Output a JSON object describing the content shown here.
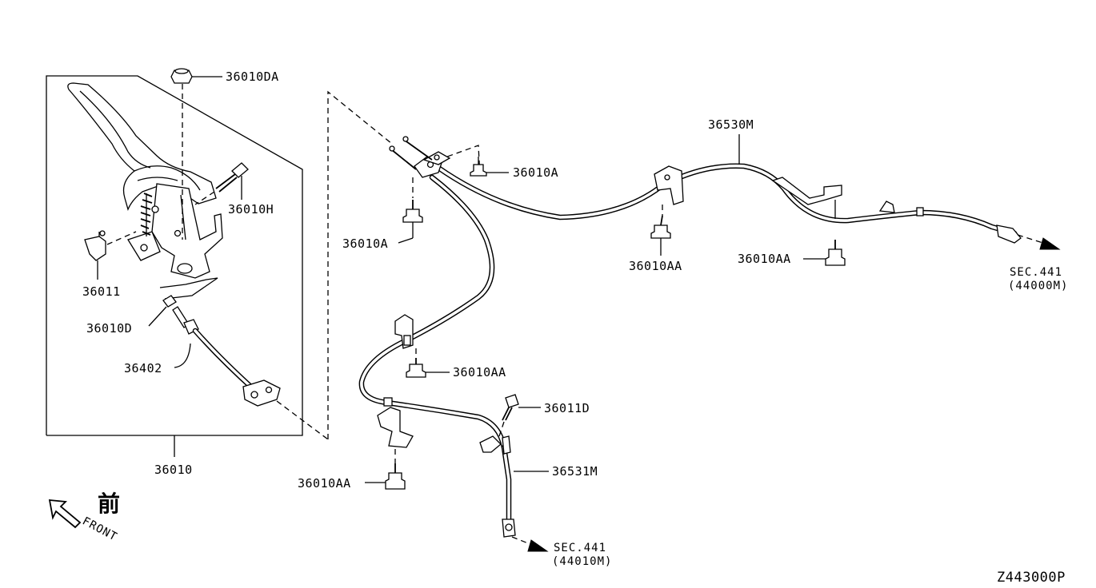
{
  "diagram": {
    "labels": {
      "p36010DA": "36010DA",
      "p36010H": "36010H",
      "p36011": "36011",
      "p36010D": "36010D",
      "p36402": "36402",
      "p36010": "36010",
      "p36010A_top": "36010A",
      "p36010A_left": "36010A",
      "p36530M": "36530M",
      "p36010AA_mid": "36010AA",
      "p36010AA_right": "36010AA",
      "p36010AA_center": "36010AA",
      "p36011D": "36011D",
      "p36531M": "36531M",
      "p36010AA_bottom": "36010AA",
      "sec441_right": "SEC.441",
      "sec441_right_sub": "(44000M)",
      "sec441_bottom": "SEC.441",
      "sec441_bottom_sub": "(44010M)",
      "front_kanji": "前",
      "front_text": "FRONT",
      "drawing_code": "Z443000P"
    }
  }
}
